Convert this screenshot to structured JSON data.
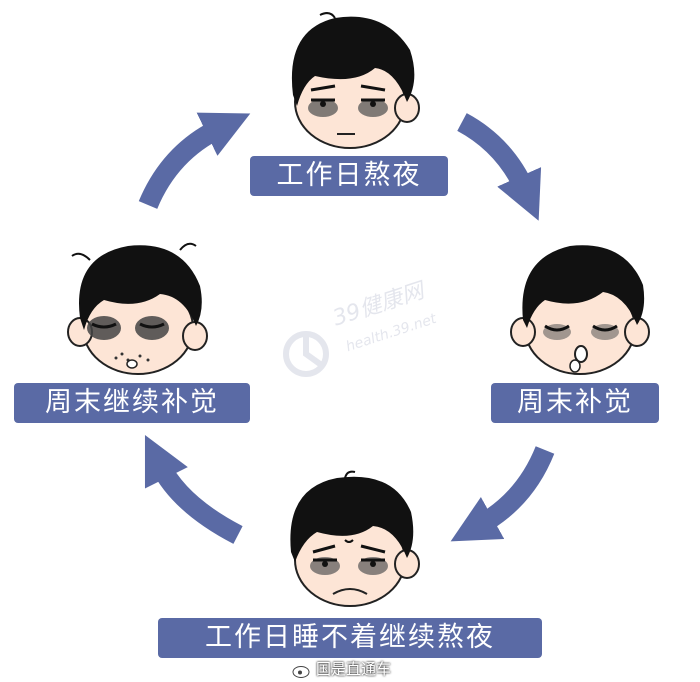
{
  "diagram": {
    "colors": {
      "arrow": "#5a6aa5",
      "label_bg": "#5a6aa5",
      "label_text": "#ffffff",
      "hair": "#111111",
      "skin": "#fde5d6",
      "eye_bag": "#555555"
    },
    "nodes": [
      {
        "label": "工作日熬夜",
        "icon": "tired-face-icon"
      },
      {
        "label": "周末补觉",
        "icon": "sleeping-face-icon"
      },
      {
        "label": "工作日睡不着继续熬夜",
        "icon": "worried-face-icon"
      },
      {
        "label": "周末继续补觉",
        "icon": "exhausted-sleeping-face-icon"
      }
    ],
    "arrows": [
      "arrow-top-right",
      "arrow-bottom-right",
      "arrow-bottom-left",
      "arrow-top-left"
    ]
  },
  "watermark": {
    "brand": "39健康网",
    "brand_url": "health.39.net",
    "source": "国是直通车",
    "source_icon": "weibo-icon"
  }
}
